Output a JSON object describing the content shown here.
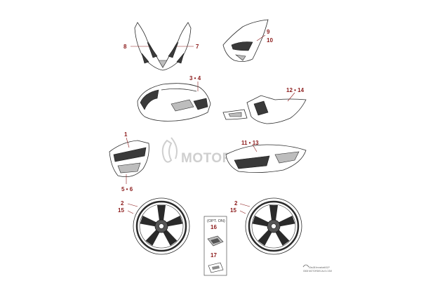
{
  "callouts": {
    "c8": "8",
    "c7": "7",
    "c9": "9",
    "c10": "10",
    "c3_4": "3 • 4",
    "c12_14": "12 • 14",
    "c1": "1",
    "c5_6": "5 • 6",
    "c11_13": "11 • 13",
    "c2_left": "2",
    "c15_left": "15",
    "c2_right": "2",
    "c15_right": "15",
    "c16": "16",
    "c17": "17"
  },
  "option_box": {
    "label": "(OPT. ON)"
  },
  "watermark": {
    "text": "MOTORDEC"
  },
  "drawing_code": {
    "line1": "00w08 fennekeit/01P",
    "line2": "0008 MOTORDECALS.COM"
  },
  "colors": {
    "callout": "#8b1a1a",
    "line": "#2a2a2a",
    "watermark": "#cfcfcf"
  }
}
